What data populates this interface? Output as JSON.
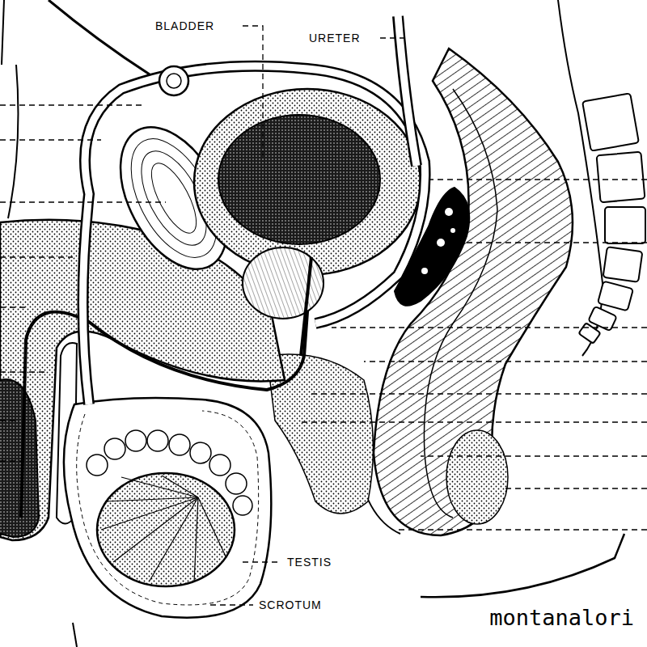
{
  "diagram": {
    "labels": [
      "BLADDER",
      "URETER",
      "TESTIS",
      "SCROTUM",
      "montanalori"
    ]
  }
}
